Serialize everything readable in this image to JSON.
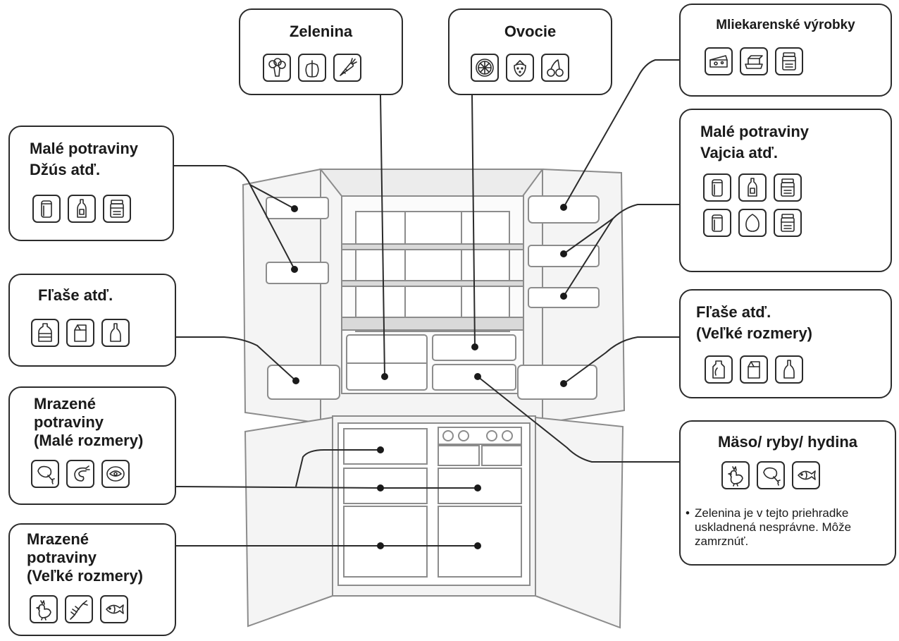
{
  "boxes": {
    "zelenina": {
      "title": "Zelenina",
      "icons": [
        "broccoli-icon",
        "pepper-icon",
        "carrot-icon"
      ]
    },
    "ovocie": {
      "title": "Ovocie",
      "icons": [
        "citrus-slice-icon",
        "strawberry-icon",
        "cherry-icon"
      ]
    },
    "mliekarenske": {
      "title": "Mliekarenské výrobky",
      "icons": [
        "cheese-icon",
        "butter-dish-icon",
        "jar-icon"
      ]
    },
    "male_dzus": {
      "line1": "Malé potraviny",
      "line2": "Džús atď.",
      "icons": [
        "can-icon",
        "sauce-bottle-icon",
        "jar-icon"
      ]
    },
    "male_vajcia": {
      "line1": "Malé potraviny",
      "line2": "Vajcia atď.",
      "icons": [
        "can-icon",
        "sauce-bottle-icon",
        "jar-icon",
        "can-icon",
        "egg-icon",
        "jar-icon"
      ]
    },
    "flase_left": {
      "title": "Fľaše atď.",
      "icons": [
        "water-bottle-icon",
        "milk-carton-icon",
        "wine-bottle-icon"
      ]
    },
    "flase_right": {
      "line1": "Fľaše atď.",
      "line2": "(Veľké rozmery)",
      "icons": [
        "jug-icon",
        "milk-carton-icon",
        "wine-bottle-icon"
      ]
    },
    "mrazene_male": {
      "line1": "Mrazené",
      "line2": "potraviny",
      "line3": "(Malé rozmery)",
      "icons": [
        "chicken-leg-icon",
        "shrimp-icon",
        "fish-steak-icon"
      ]
    },
    "mrazene_velke": {
      "line1": "Mrazené",
      "line2": "potraviny",
      "line3": "(Veľké rozmery)",
      "icons": [
        "rooster-icon",
        "lobster-icon",
        "fish-icon"
      ]
    },
    "maso": {
      "title": "Mäso/ ryby/ hydina",
      "icons": [
        "rooster-icon",
        "chicken-leg-icon",
        "fish-icon"
      ],
      "note_bullet": "•",
      "note_line1": "Zelenina je v tejto priehradke",
      "note_line2": "uskladnená nesprávne. Môže",
      "note_line3": "zamrznúť."
    }
  },
  "colors": {
    "ink": "#2b2b2b",
    "fridge_line": "#8c8c8c",
    "shade": "#d9d9d9",
    "panel": "#f4f4f4"
  }
}
